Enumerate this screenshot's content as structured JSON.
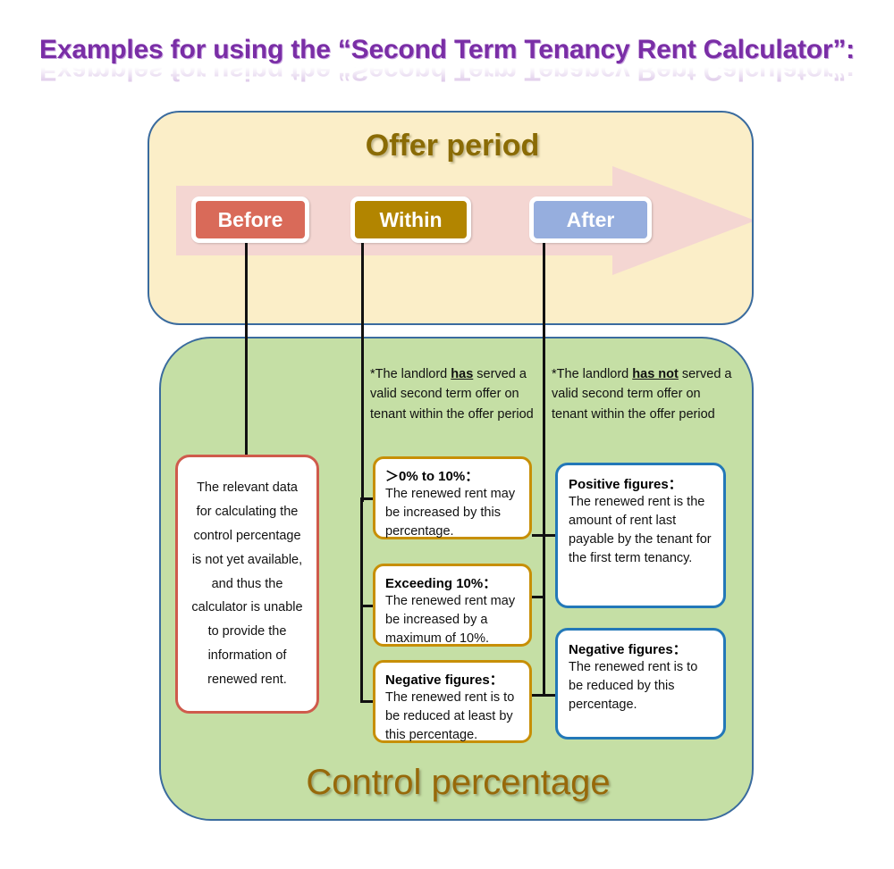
{
  "title": {
    "text": "Examples for using the “Second Term Tenancy Rent Calculator”:",
    "color": "#7a2ea6"
  },
  "offer_panel": {
    "heading": "Offer period",
    "heading_color": "#8a6b05",
    "background": "#fbeec8",
    "border_color": "#3a6b9e",
    "arrow_color": "#f4d6d2",
    "chips": [
      {
        "label": "Before",
        "color": "#d96a59"
      },
      {
        "label": "Within",
        "color": "#b28500"
      },
      {
        "label": "After",
        "color": "#96aede"
      }
    ]
  },
  "control_panel": {
    "heading": "Control percentage",
    "heading_color": "#97690a",
    "background": "#c5dfa5",
    "border_color": "#3a6b9e",
    "notes": [
      {
        "prefix": "*The landlord ",
        "emphasis": "has",
        "suffix": " served a valid second term offer on tenant within the offer period"
      },
      {
        "prefix": "*The landlord ",
        "emphasis": "has not",
        "suffix": " served a valid second term offer on tenant within the offer period"
      }
    ],
    "before_box": {
      "body": "The relevant data for calculating the control percentage is not yet available, and thus the calculator is unable to provide the information of renewed rent.",
      "border_color": "#cf5b4c"
    },
    "within_boxes": [
      {
        "head": "＞0% to 10%：",
        "body": "The renewed rent may be increased by this percentage.",
        "border_color": "#c78f06"
      },
      {
        "head": "Exceeding 10%：",
        "body": "The renewed rent may be increased by a maximum of 10%.",
        "border_color": "#c78f06"
      },
      {
        "head": "Negative figures：",
        "body": "The renewed rent is to be reduced at least by this percentage.",
        "border_color": "#c78f06"
      }
    ],
    "after_boxes": [
      {
        "head": "Positive figures：",
        "body": "The renewed rent is the amount of rent last payable by the tenant for the first term tenancy.",
        "border_color": "#2378b8"
      },
      {
        "head": "Negative figures：",
        "body": "The renewed rent is to be reduced by this percentage.",
        "border_color": "#2378b8"
      }
    ]
  }
}
